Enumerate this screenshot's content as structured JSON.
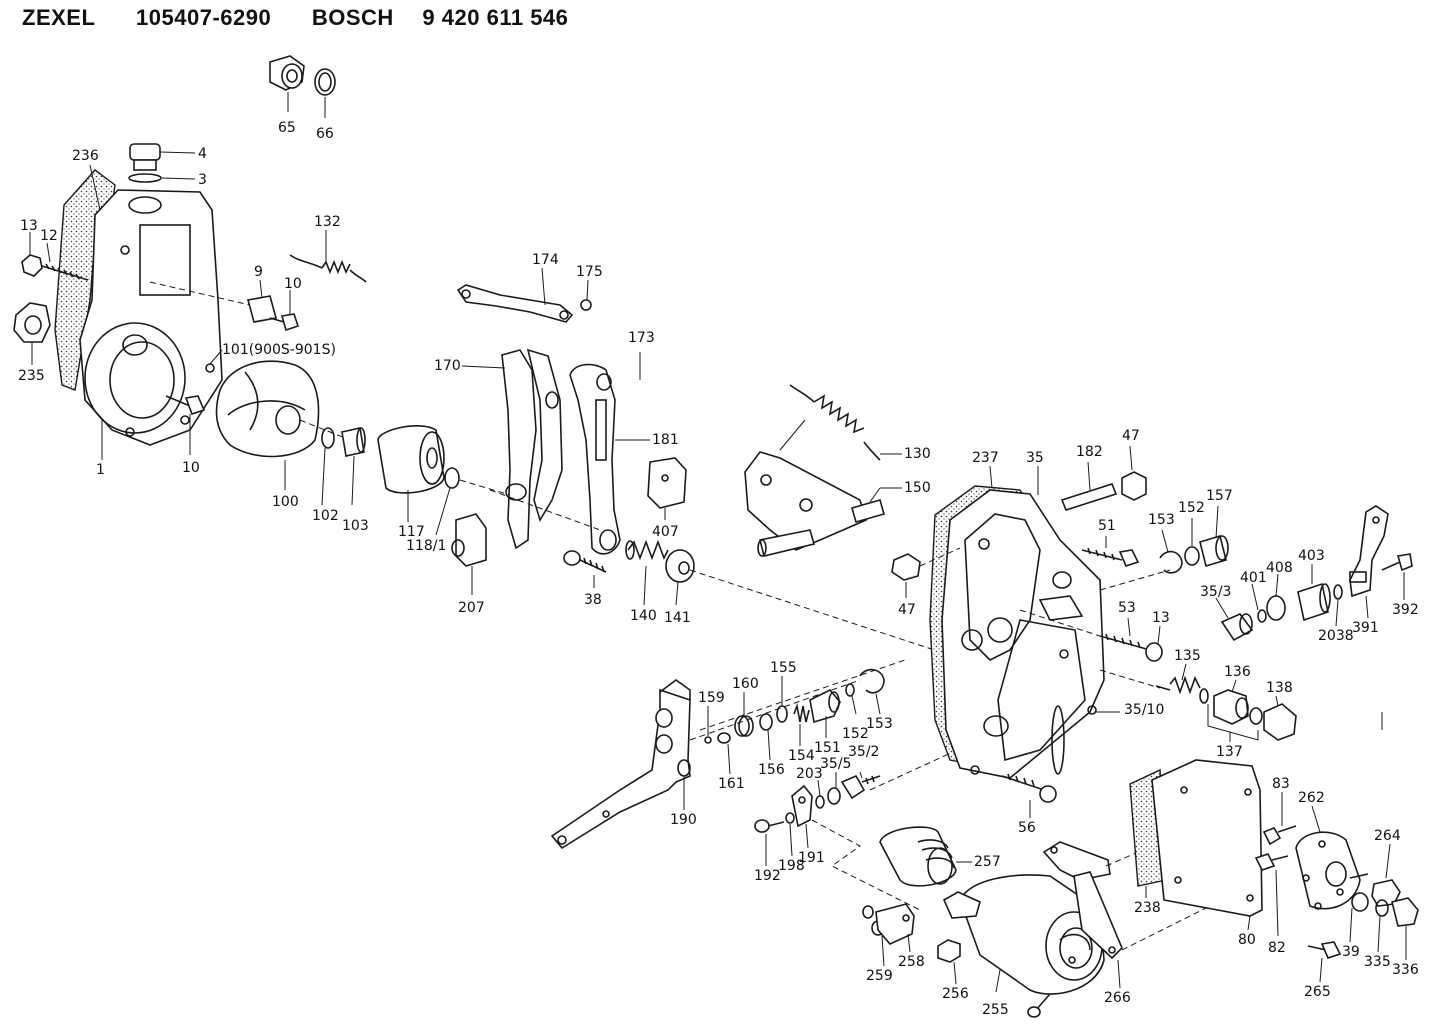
{
  "header": {
    "brand1": "ZEXEL",
    "part1": "105407-6290",
    "brand2": "BOSCH",
    "part2": "9 420 611 546"
  },
  "labels": [
    {
      "id": "65",
      "text": "65"
    },
    {
      "id": "66",
      "text": "66"
    },
    {
      "id": "4",
      "text": "4"
    },
    {
      "id": "3",
      "text": "3"
    },
    {
      "id": "236",
      "text": "236"
    },
    {
      "id": "13a",
      "text": "13"
    },
    {
      "id": "12",
      "text": "12"
    },
    {
      "id": "235",
      "text": "235"
    },
    {
      "id": "132",
      "text": "132"
    },
    {
      "id": "9",
      "text": "9"
    },
    {
      "id": "10a",
      "text": "10"
    },
    {
      "id": "101",
      "text": "101(900S-901S)"
    },
    {
      "id": "10b",
      "text": "10"
    },
    {
      "id": "1",
      "text": "1"
    },
    {
      "id": "100",
      "text": "100"
    },
    {
      "id": "102",
      "text": "102"
    },
    {
      "id": "103",
      "text": "103"
    },
    {
      "id": "117",
      "text": "117"
    },
    {
      "id": "118",
      "text": "118/1"
    },
    {
      "id": "174",
      "text": "174"
    },
    {
      "id": "175",
      "text": "175"
    },
    {
      "id": "173",
      "text": "173"
    },
    {
      "id": "170",
      "text": "170"
    },
    {
      "id": "181",
      "text": "181"
    },
    {
      "id": "407",
      "text": "407"
    },
    {
      "id": "207",
      "text": "207"
    },
    {
      "id": "38",
      "text": "38"
    },
    {
      "id": "140",
      "text": "140"
    },
    {
      "id": "141",
      "text": "141"
    },
    {
      "id": "130",
      "text": "130"
    },
    {
      "id": "150",
      "text": "150"
    },
    {
      "id": "237",
      "text": "237"
    },
    {
      "id": "35",
      "text": "35"
    },
    {
      "id": "182",
      "text": "182"
    },
    {
      "id": "47a",
      "text": "47"
    },
    {
      "id": "51",
      "text": "51"
    },
    {
      "id": "153a",
      "text": "153"
    },
    {
      "id": "152a",
      "text": "152"
    },
    {
      "id": "157",
      "text": "157"
    },
    {
      "id": "47b",
      "text": "47"
    },
    {
      "id": "53",
      "text": "53"
    },
    {
      "id": "13b",
      "text": "13"
    },
    {
      "id": "353",
      "text": "35/3"
    },
    {
      "id": "401",
      "text": "401"
    },
    {
      "id": "408",
      "text": "408"
    },
    {
      "id": "403",
      "text": "403"
    },
    {
      "id": "2038",
      "text": "2038"
    },
    {
      "id": "391",
      "text": "391"
    },
    {
      "id": "392",
      "text": "392"
    },
    {
      "id": "135",
      "text": "135"
    },
    {
      "id": "136",
      "text": "136"
    },
    {
      "id": "138",
      "text": "138"
    },
    {
      "id": "3510",
      "text": "35/10"
    },
    {
      "id": "137",
      "text": "137"
    },
    {
      "id": "159",
      "text": "159"
    },
    {
      "id": "160",
      "text": "160"
    },
    {
      "id": "155",
      "text": "155"
    },
    {
      "id": "161",
      "text": "161"
    },
    {
      "id": "156",
      "text": "156"
    },
    {
      "id": "154",
      "text": "154"
    },
    {
      "id": "151",
      "text": "151"
    },
    {
      "id": "152b",
      "text": "152"
    },
    {
      "id": "153b",
      "text": "153"
    },
    {
      "id": "190",
      "text": "190"
    },
    {
      "id": "203",
      "text": "203"
    },
    {
      "id": "355",
      "text": "35/5"
    },
    {
      "id": "352",
      "text": "35/2"
    },
    {
      "id": "56",
      "text": "56"
    },
    {
      "id": "192",
      "text": "192"
    },
    {
      "id": "198",
      "text": "198"
    },
    {
      "id": "191",
      "text": "191"
    },
    {
      "id": "257",
      "text": "257"
    },
    {
      "id": "238",
      "text": "238"
    },
    {
      "id": "80",
      "text": "80"
    },
    {
      "id": "83",
      "text": "83"
    },
    {
      "id": "262",
      "text": "262"
    },
    {
      "id": "264",
      "text": "264"
    },
    {
      "id": "82",
      "text": "82"
    },
    {
      "id": "39",
      "text": "39"
    },
    {
      "id": "335",
      "text": "335"
    },
    {
      "id": "336",
      "text": "336"
    },
    {
      "id": "259",
      "text": "259"
    },
    {
      "id": "258",
      "text": "258"
    },
    {
      "id": "256",
      "text": "256"
    },
    {
      "id": "255",
      "text": "255"
    },
    {
      "id": "266",
      "text": "266"
    },
    {
      "id": "265",
      "text": "265"
    }
  ]
}
